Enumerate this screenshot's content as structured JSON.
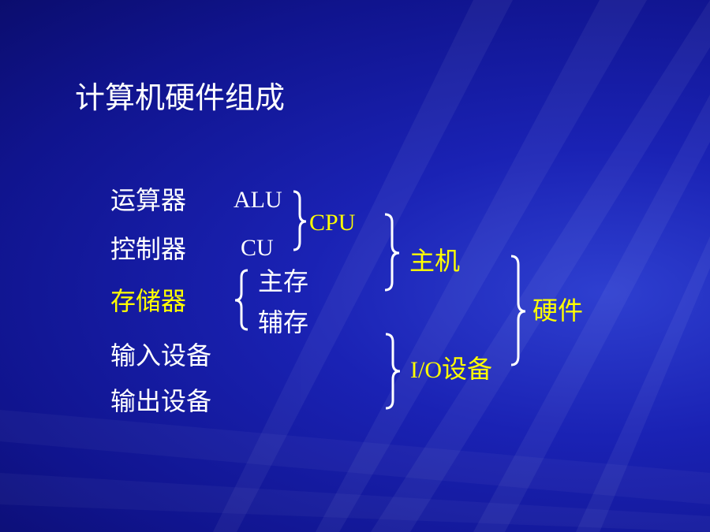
{
  "slide": {
    "title": "计算机硬件组成",
    "items": {
      "alu_cn": "运算器",
      "alu_en": "ALU",
      "cu_cn": "控制器",
      "cu_en": "CU",
      "memory": "存储器",
      "main_memory": "主存",
      "aux_memory": "辅存",
      "input": "输入设备",
      "output": "输出设备"
    },
    "groups": {
      "cpu": "CPU",
      "host": "主机",
      "io": "I/O设备",
      "hardware": "硬件"
    }
  },
  "colors": {
    "background": "#1a22b4",
    "text": "#ffffff",
    "highlight": "#ffff00"
  }
}
